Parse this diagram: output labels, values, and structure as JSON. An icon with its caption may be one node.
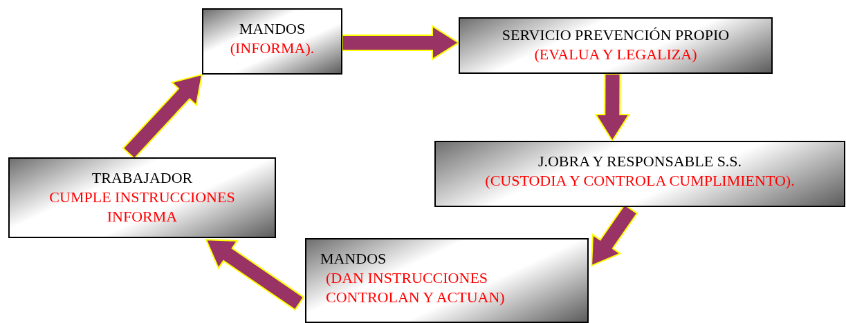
{
  "diagram": {
    "nodes": [
      {
        "text": [
          "MANDOS",
          "(INFORMA)."
        ]
      },
      {
        "text": [
          "SERVICIO PREVENCIÓN PROPIO",
          "(EVALUA Y LEGALIZA)"
        ]
      },
      {
        "text": [
          "J.OBRA Y RESPONSABLE S.S.",
          "(CUSTODIA Y CONTROLA CUMPLIMIENTO)."
        ]
      },
      {
        "text": [
          "MANDOS",
          "(DAN INSTRUCCIONES CONTROLAN Y ACTUAN)"
        ]
      },
      {
        "text": [
          "TRABAJADOR",
          "CUMPLE INSTRUCCIONES INFORMA"
        ]
      }
    ],
    "edges": [
      {
        "from": 0,
        "to": 1,
        "arrow": "to"
      },
      {
        "from": 1,
        "to": 2,
        "arrow": "to"
      },
      {
        "from": 2,
        "to": 3,
        "arrow": "to"
      },
      {
        "from": 3,
        "to": 4,
        "arrow": "to"
      },
      {
        "from": 4,
        "to": 0,
        "arrow": "to"
      }
    ]
  }
}
